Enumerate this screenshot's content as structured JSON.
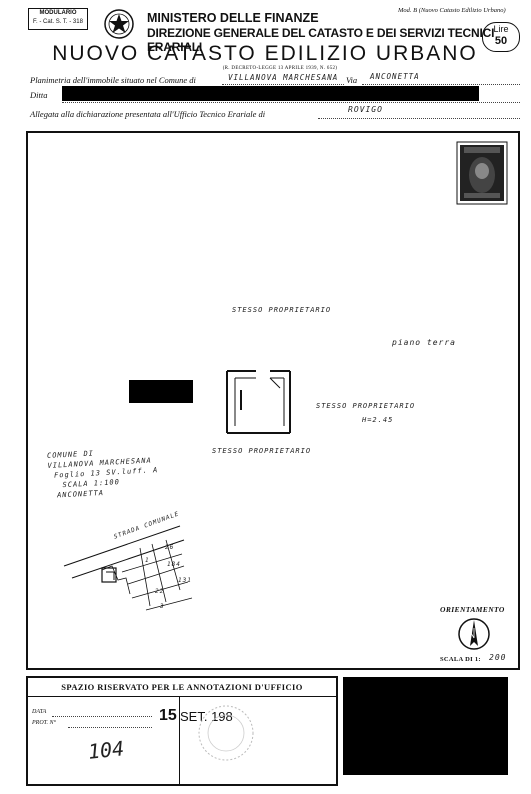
{
  "header": {
    "modulario_line1": "MODULARIO",
    "modulario_line2": "F. - Cat. S. T. - 318",
    "ministero": "MINISTERO DELLE FINANZE",
    "direzione": "DIREZIONE GENERALE DEL CATASTO E DEI SERVIZI TECNICI ERARIALI",
    "mod_b": "Mod. B (Nuovo Catasto Edilizio Urbano)",
    "lire_label": "Lire",
    "lire_value": "50",
    "title": "NUOVO CATASTO EDILIZIO URBANO",
    "decreto": "(R. DECRETO-LEGGE 13 APRILE 1939, N. 652)"
  },
  "fields": {
    "planimetria_label": "Planimetria dell'immobile situato nel Comune di",
    "comune_value": "VILLANOVA MARCHESANA",
    "via_label": "Via",
    "via_value": "ANCONETTA",
    "ditta_label": "Ditta",
    "allegata_label": "Allegata alla dichiarazione presentata all'Ufficio Tecnico Erariale di",
    "ufficio_value": "ROVIGO"
  },
  "plan": {
    "stesso_top": "STESSO PROPRIETARIO",
    "piano_terra": "piano terra",
    "stesso_right": "STESSO PROPRIETARIO",
    "height": "H=2.45",
    "stesso_bottom": "STESSO PROPRIETARIO",
    "location_lines": [
      "COMUNE DI",
      "VILLANOVA MARCHESANA",
      "Foglio 13 SV.luff. A",
      "SCALA 1:100",
      "ANCONETTA"
    ],
    "map_label": "STRADA COMUNALE",
    "map_numbers": [
      "26",
      "1",
      "184",
      "131",
      "22",
      "3"
    ],
    "orientamento": "ORIENTAMENTO",
    "scala_label": "SCALA DI 1:",
    "scala_value": "200"
  },
  "office": {
    "spazio_title": "SPAZIO RISERVATO PER LE ANNOTAZIONI D'UFFICIO",
    "data_label": "DATA",
    "prot_label": "PROT. N°",
    "date_day": "15",
    "date_rest": "SET. 198",
    "protocol_value": "104"
  }
}
